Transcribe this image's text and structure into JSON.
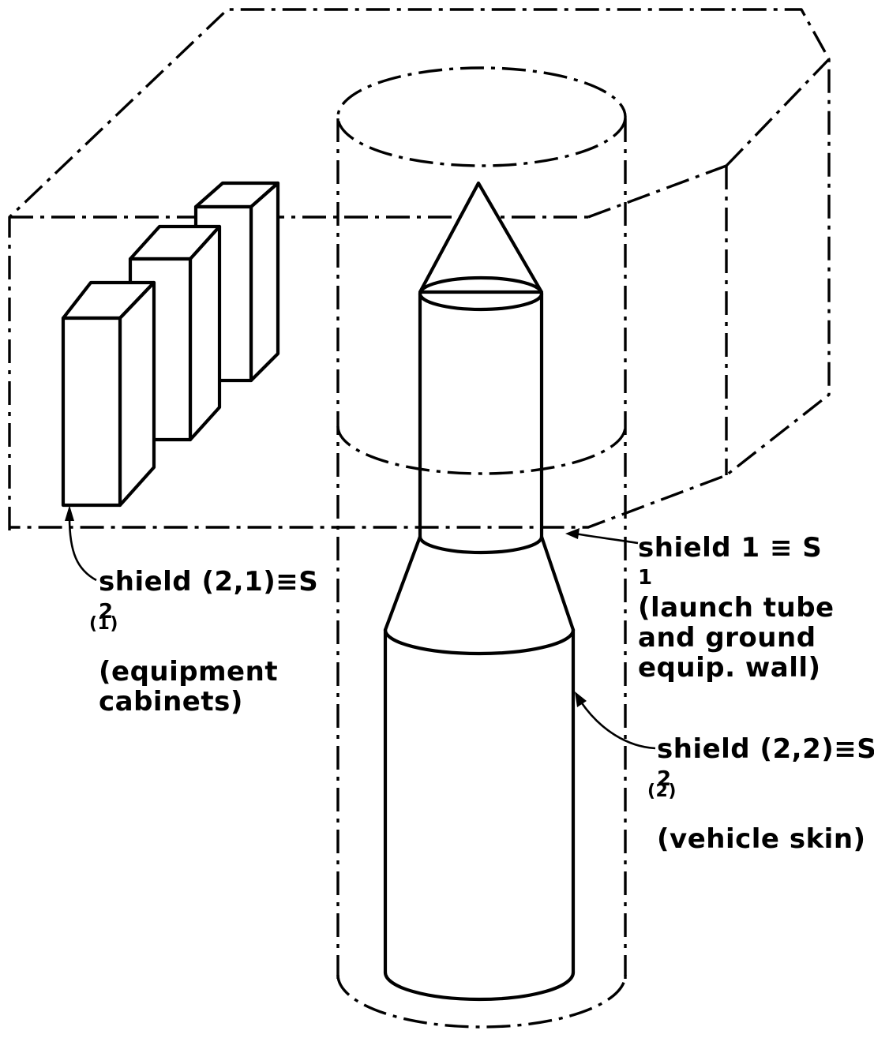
{
  "labels": {
    "cabinets": {
      "line1_prefix": "shield (2,1)≡S",
      "sub": "2",
      "sup": "(1)",
      "line2": "(equipment",
      "line3": "cabinets)"
    },
    "tube": {
      "line1_prefix": "shield 1 ≡ S",
      "sub": "1",
      "line2": "(launch tube",
      "line3": "and ground",
      "line4": "equip. wall)"
    },
    "skin": {
      "line1_prefix": "shield (2,2)≡S",
      "sub": "2",
      "sup": "(2)",
      "line2": "(vehicle skin)"
    }
  }
}
